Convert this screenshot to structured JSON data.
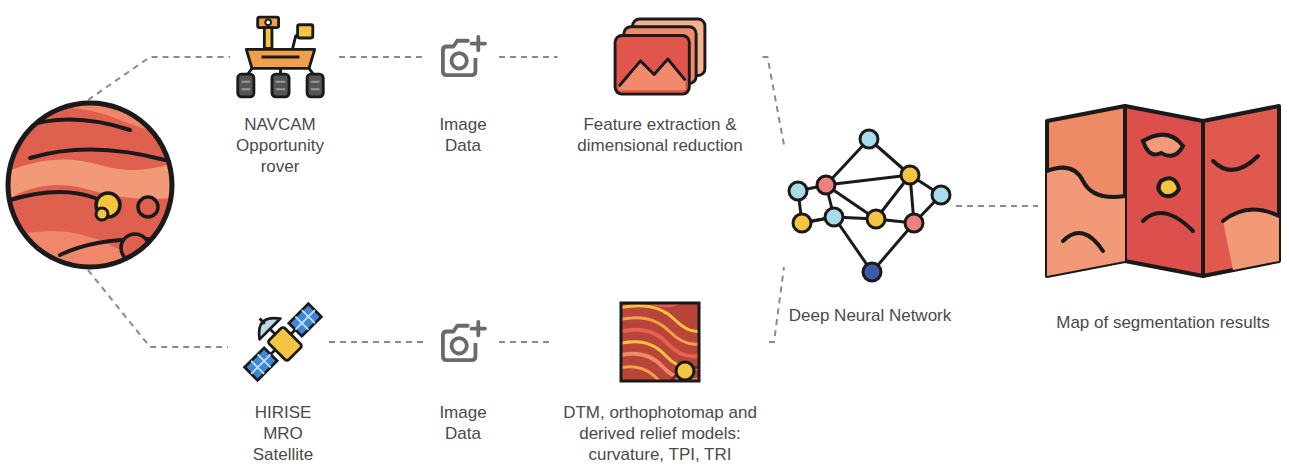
{
  "diagram": {
    "nodes": [
      {
        "text": [
          "NAVCAM Opportunity rover"
        ]
      },
      {
        "text": [
          "Image Data"
        ]
      },
      {
        "text": [
          "Feature extraction & dimensional reduction"
        ]
      },
      {
        "text": [
          "HIRISE MRO Satellite"
        ]
      },
      {
        "text": [
          "Image Data"
        ]
      },
      {
        "text": [
          "DTM, orthophotomap and derived relief models: curvature, TPI, TRI"
        ]
      },
      {
        "text": [
          "Deep Neural Network"
        ]
      },
      {
        "text": [
          "Map of segmentation results"
        ]
      }
    ],
    "edges": [
      {
        "from": 0,
        "to": 1,
        "arrow": "none"
      },
      {
        "from": 1,
        "to": 2,
        "arrow": "none"
      },
      {
        "from": 2,
        "to": 6,
        "arrow": "none"
      },
      {
        "from": 3,
        "to": 4,
        "arrow": "none"
      },
      {
        "from": 4,
        "to": 5,
        "arrow": "none"
      },
      {
        "from": 5,
        "to": 6,
        "arrow": "none"
      },
      {
        "from": 6,
        "to": 7,
        "arrow": "none"
      }
    ]
  }
}
